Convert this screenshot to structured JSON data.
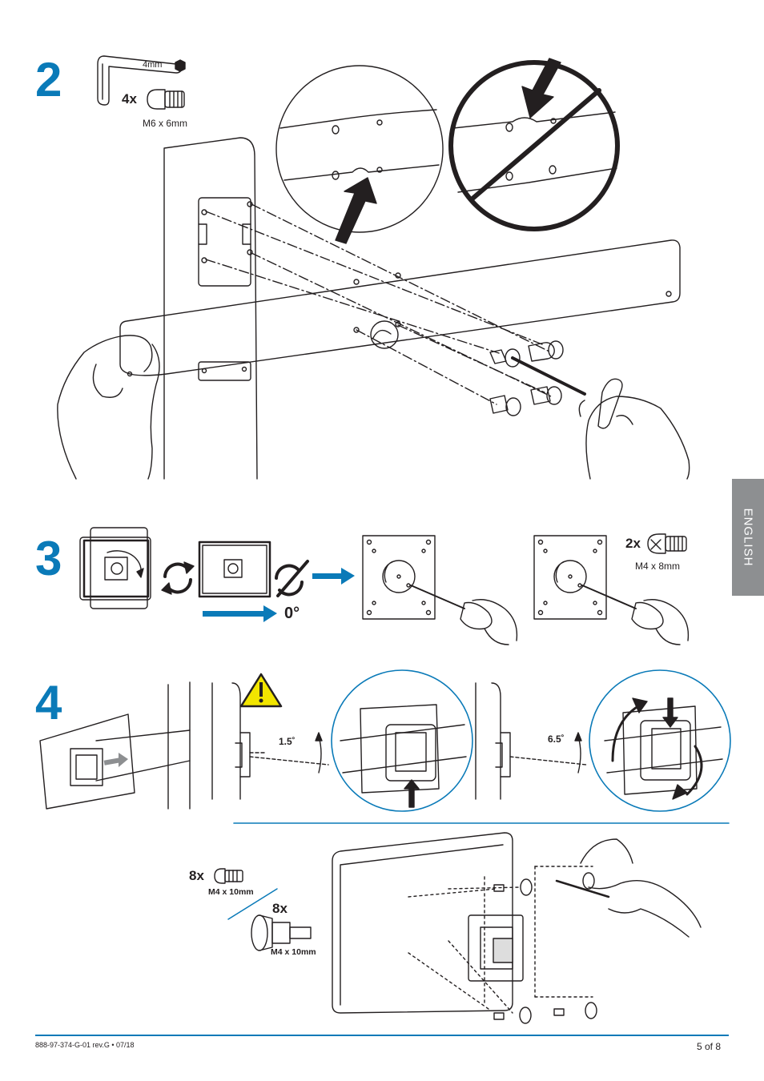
{
  "step2": {
    "number": "2",
    "tool_size": "4mm",
    "screw_qty": "4x",
    "screw_spec": "M6 x 6mm"
  },
  "step3": {
    "number": "3",
    "angle": "0°",
    "screw_qty": "2x",
    "screw_spec": "M4 x 8mm"
  },
  "step4": {
    "number": "4",
    "tilt_small": "1.5˚",
    "tilt_large": "6.5˚",
    "screw_qty_a": "8x",
    "screw_spec_a": "M4 x 10mm",
    "screw_qty_b": "8x",
    "screw_spec_b": "M4 x 10mm"
  },
  "side_tab": {
    "language": "ENGLISH"
  },
  "footer": {
    "doc_code": "888-97-374-G-01 rev.G • 07/18",
    "page": "5 of 8"
  },
  "colors": {
    "accent": "#0a7ab8",
    "tab": "#8d8f91",
    "warning": "#f2e500",
    "line": "#231f20"
  },
  "icons": [
    "hex-key-icon",
    "screw-icon",
    "rotate-icon",
    "no-rotate-icon",
    "warning-icon",
    "arrow-icon"
  ]
}
